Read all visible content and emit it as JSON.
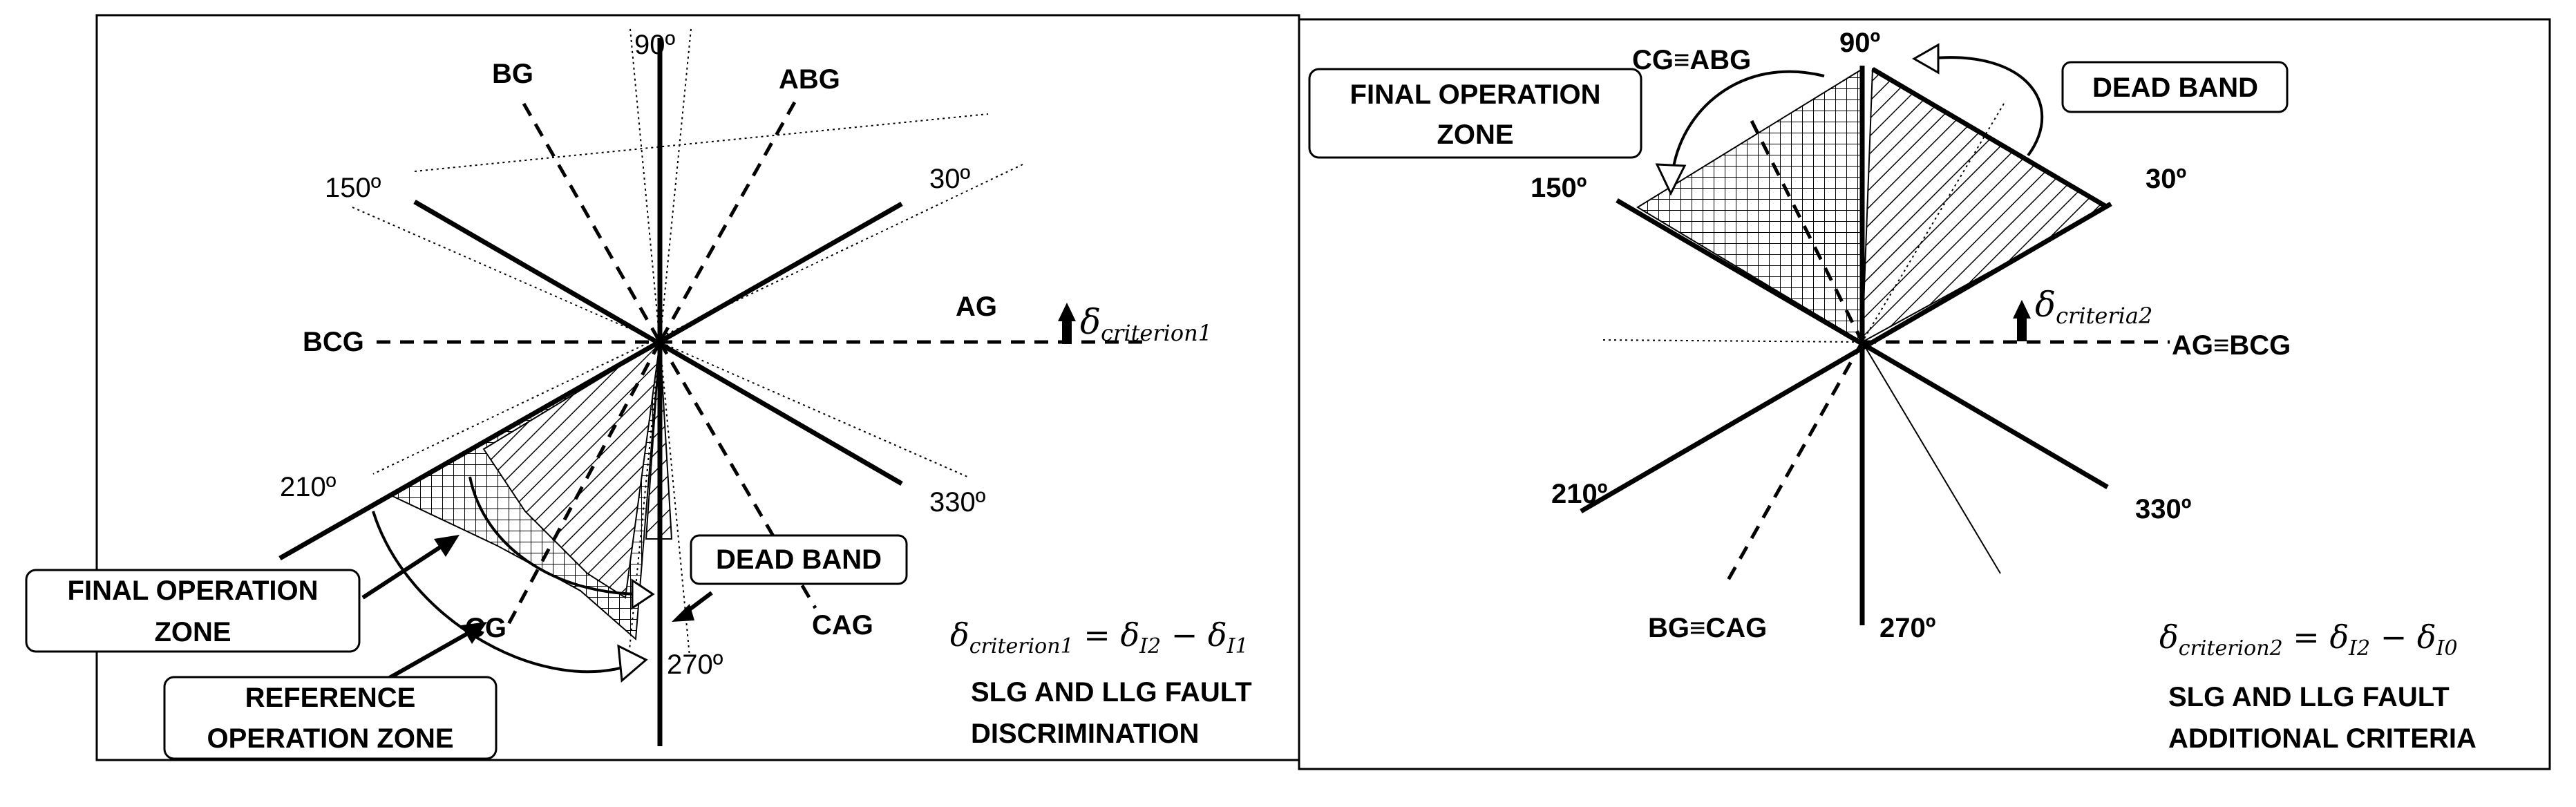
{
  "left_panel": {
    "angles": {
      "a90": "90º",
      "a30": "30º",
      "a150": "150º",
      "a210": "210º",
      "a330": "330º",
      "a270": "270º"
    },
    "fault_labels": {
      "bg": "BG",
      "abg": "ABG",
      "ag": "AG",
      "bcg": "BCG",
      "cg": "CG",
      "cag": "CAG"
    },
    "callouts": {
      "final_zone_line1": "FINAL OPERATION",
      "final_zone_line2": "ZONE",
      "reference_zone_line1": "REFERENCE",
      "reference_zone_line2": "OPERATION ZONE",
      "dead_band": "DEAD BAND"
    },
    "arrow_label": {
      "delta": "δ",
      "sub": "criterion1"
    },
    "formula": {
      "lhs_delta": "δ",
      "lhs_sub": "criterion1",
      "eq": " = ",
      "t1_delta": "δ",
      "t1_sub": "I2",
      "minus": " − ",
      "t2_delta": "δ",
      "t2_sub": "I1"
    },
    "caption_line1": "SLG AND LLG FAULT",
    "caption_line2": "DISCRIMINATION"
  },
  "right_panel": {
    "angles": {
      "a90": "90º",
      "a30": "30º",
      "a150": "150º",
      "a210": "210º",
      "a330": "330º",
      "a270": "270º"
    },
    "fault_labels": {
      "cg_abg": "CG≡ABG",
      "ag_bcg": "AG≡BCG",
      "bg_cag": "BG≡CAG"
    },
    "callouts": {
      "final_zone_line1": "FINAL OPERATION",
      "final_zone_line2": "ZONE",
      "dead_band": "DEAD BAND"
    },
    "arrow_label": {
      "delta": "δ",
      "sub": "criteria2"
    },
    "formula": {
      "lhs_delta": "δ",
      "lhs_sub": "criterion2",
      "eq": " = ",
      "t1_delta": "δ",
      "t1_sub": "I2",
      "minus": " − ",
      "t2_delta": "δ",
      "t2_sub": "I0"
    },
    "caption_line1": "SLG AND LLG FAULT",
    "caption_line2": "ADDITIONAL CRITERIA"
  }
}
